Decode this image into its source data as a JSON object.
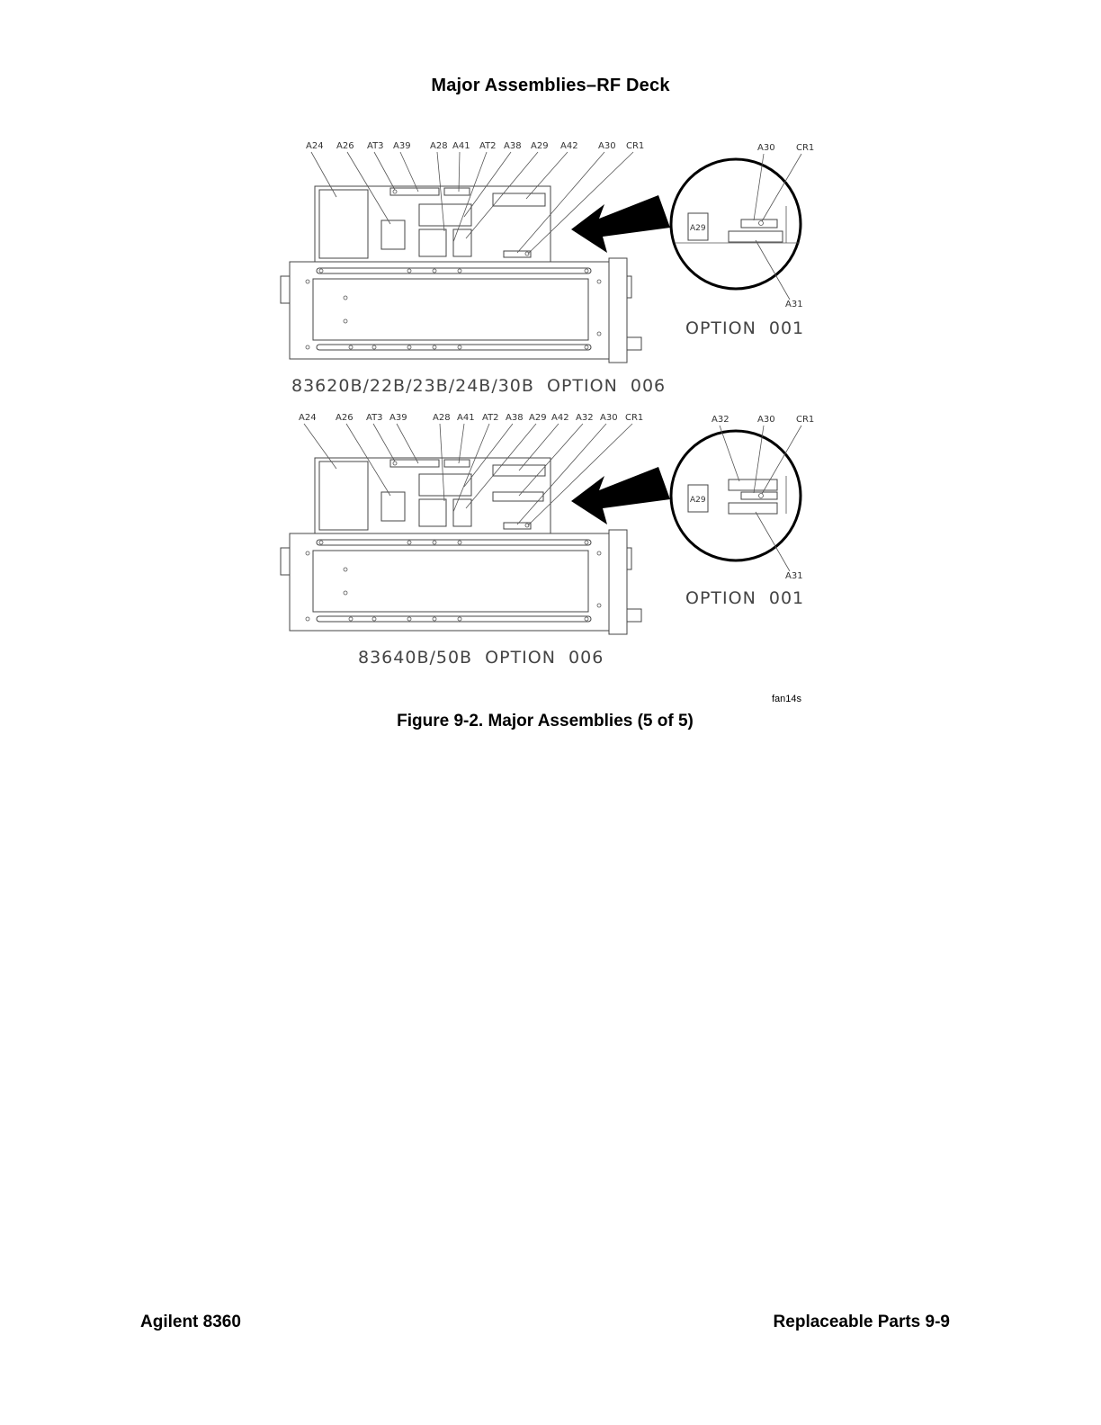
{
  "header": {
    "section_title": "Major Assemblies–RF Deck"
  },
  "figure": {
    "top_diagram": {
      "callouts": [
        "A24",
        "A26",
        "AT3",
        "A39",
        "A28",
        "A41",
        "AT2",
        "A38",
        "A29",
        "A42",
        "A30",
        "CR1"
      ],
      "model_label": "83620B/22B/23B/24B/30B  OPTION  006",
      "inset": {
        "callouts": [
          "A30",
          "CR1",
          "A31"
        ],
        "board_label": "A29",
        "option_label": "OPTION  001"
      }
    },
    "bottom_diagram": {
      "callouts": [
        "A24",
        "A26",
        "AT3",
        "A39",
        "A28",
        "A41",
        "AT2",
        "A38",
        "A29",
        "A42",
        "A32",
        "A30",
        "CR1"
      ],
      "model_label": "83640B/50B  OPTION  006",
      "inset": {
        "callouts": [
          "A32",
          "A30",
          "CR1",
          "A31"
        ],
        "board_label": "A29",
        "option_label": "OPTION  001"
      }
    },
    "file_code": "fan14s",
    "caption": "Figure 9-2. Major Assemblies (5 of 5)"
  },
  "footer": {
    "left": "Agilent 8360",
    "right": "Replaceable Parts   9-9"
  }
}
